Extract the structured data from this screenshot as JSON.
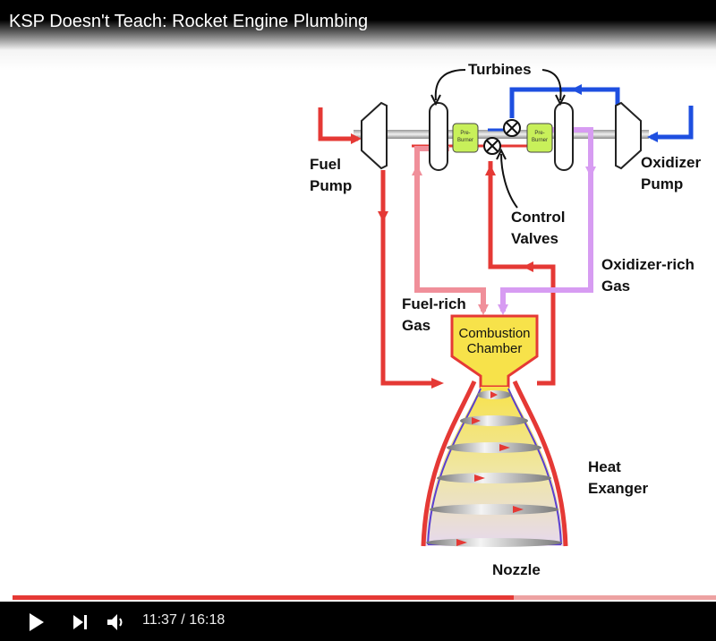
{
  "video": {
    "title": "KSP Doesn't Teach: Rocket Engine Plumbing"
  },
  "diagram": {
    "labels": {
      "turbines": "Turbines",
      "fuel_pump_line1": "Fuel",
      "fuel_pump_line2": "Pump",
      "oxidizer_pump_line1": "Oxidizer",
      "oxidizer_pump_line2": "Pump",
      "control_valves_line1": "Control",
      "control_valves_line2": "Valves",
      "oxidizer_rich_line1": "Oxidizer-rich",
      "oxidizer_rich_line2": "Gas",
      "fuel_rich_line1": "Fuel-rich",
      "fuel_rich_line2": "Gas",
      "combustion_line1": "Combustion",
      "combustion_line2": "Chamber",
      "heat_exchanger_line1": "Heat",
      "heat_exchanger_line2": "Exanger",
      "nozzle": "Nozzle",
      "preburner_line1": "Pre-",
      "preburner_line2": "Burner"
    },
    "colors": {
      "fuel": "#e53935",
      "oxidizer": "#1e4fe0",
      "fuel_rich": "#f08f9a",
      "oxidizer_rich": "#d79cf2",
      "chamber": "#f7e24a",
      "preburner": "#c8f05a"
    }
  },
  "player": {
    "current_time": "11:37",
    "separator": " / ",
    "duration": "16:18",
    "progress": 0.713,
    "accent": "#e53935",
    "icons": [
      "play-icon",
      "next-icon",
      "volume-icon"
    ]
  }
}
